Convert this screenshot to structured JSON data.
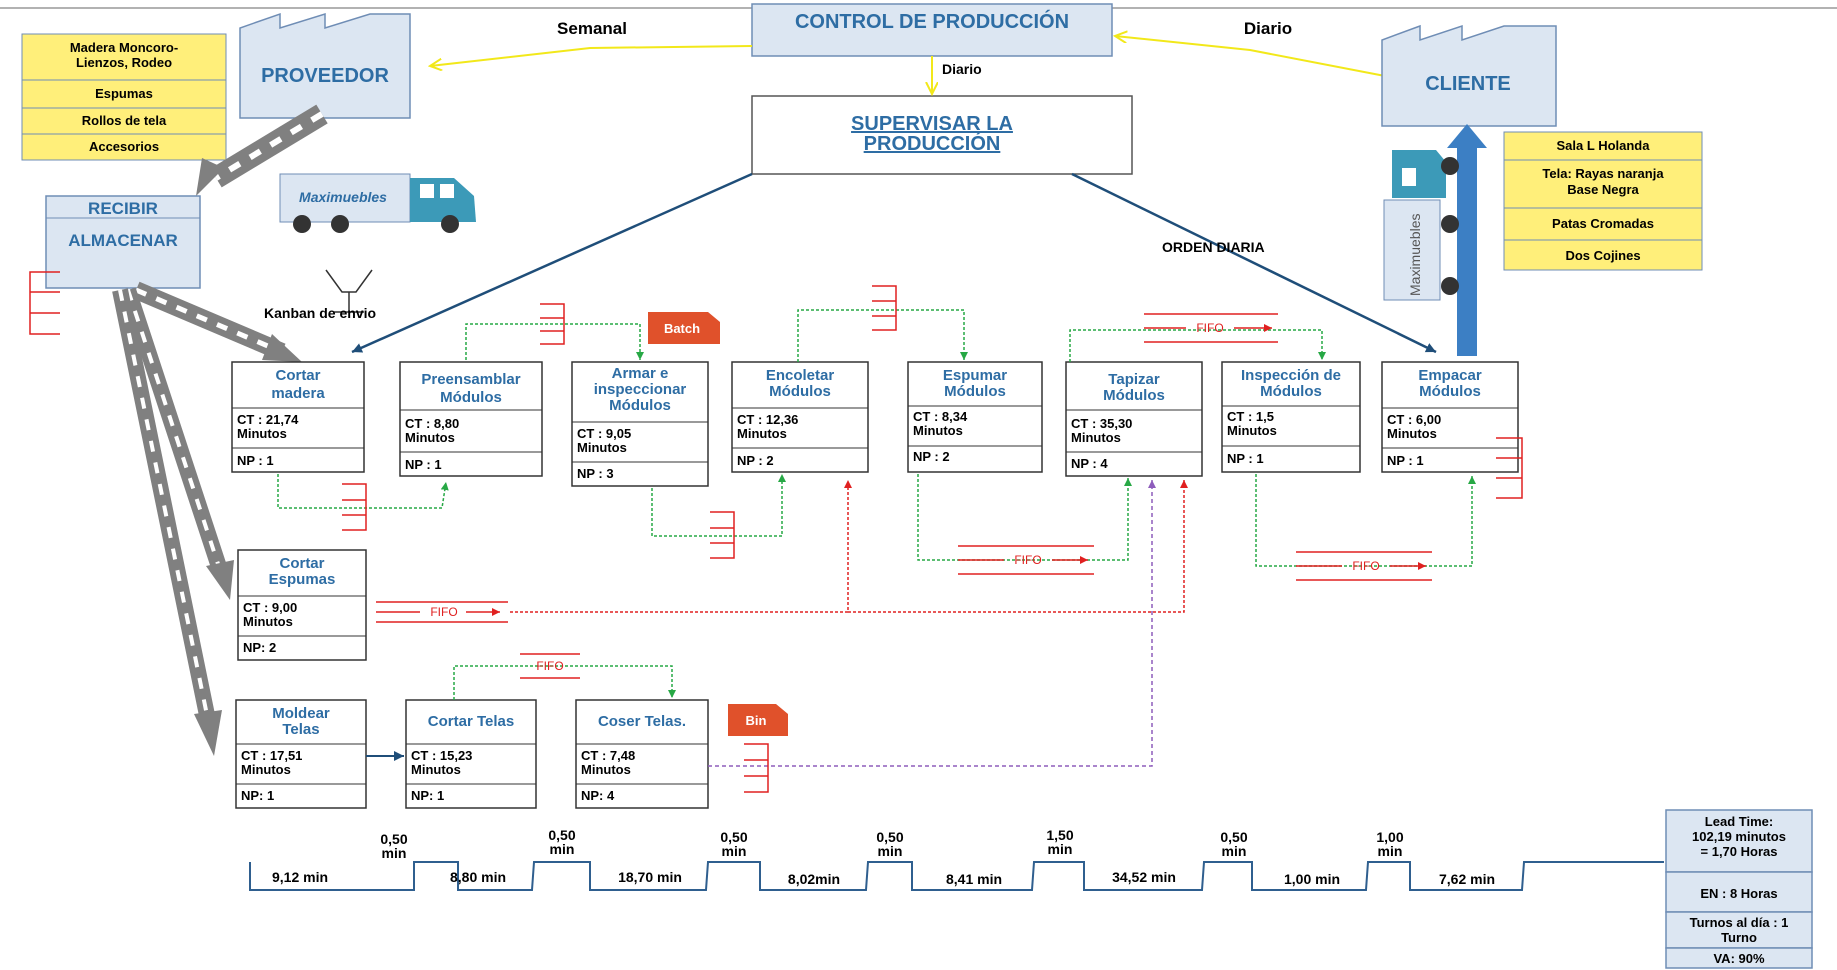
{
  "header": {
    "control": "CONTROL DE PRODUCCIÓN",
    "supervisar_1": "SUPERVISAR LA",
    "supervisar_2": "PRODUCCIÓN",
    "semanal": "Semanal",
    "diario_right": "Diario",
    "diario_center": "Diario",
    "orden_diaria": "ORDEN DIARIA"
  },
  "supplier": {
    "name": "PROVEEDOR",
    "materials": [
      "Madera Moncoro-",
      "Lienzos, Rodeo",
      "Espumas",
      "Rollos de tela",
      "Accesorios"
    ]
  },
  "customer": {
    "name": "CLIENTE",
    "specs": [
      "Sala L Holanda",
      "Tela: Rayas naranja",
      "Base Negra",
      "Patas Cromadas",
      "Dos Cojines"
    ]
  },
  "truck_label": "Maximuebles",
  "receive": {
    "line1": "RECIBIR",
    "line2": "ALMACENAR"
  },
  "kanban_label": "Kanban de envio",
  "tags": {
    "batch": "Batch",
    "bin": "Bin",
    "fifo": "FIFO"
  },
  "processes": {
    "cortar_madera": {
      "t1": "Cortar",
      "t2": "madera",
      "ct": "CT : 21,74",
      "min": "Minutos",
      "np": "NP : 1"
    },
    "preensamblar": {
      "t1": "Preensamblar",
      "t2": "Módulos",
      "ct": "CT : 8,80",
      "min": "Minutos",
      "np": "NP : 1"
    },
    "armar": {
      "t1": "Armar e",
      "t2": "inspeccionar",
      "t3": "Módulos",
      "ct": "CT : 9,05",
      "min": "Minutos",
      "np": "NP : 3"
    },
    "encoletar": {
      "t1": "Encoletar",
      "t2": "Módulos",
      "ct": "CT : 12,36",
      "min": "Minutos",
      "np": "NP : 2"
    },
    "espumar": {
      "t1": "Espumar",
      "t2": "Módulos",
      "ct": "CT : 8,34",
      "min": "Minutos",
      "np": "NP : 2"
    },
    "tapizar": {
      "t1": "Tapizar",
      "t2": "Módulos",
      "ct": "CT : 35,30",
      "min": "Minutos",
      "np": "NP : 4"
    },
    "inspeccion": {
      "t1": "Inspección de",
      "t2": "Módulos",
      "ct": "CT : 1,5",
      "min": "Minutos",
      "np": "NP : 1"
    },
    "empacar": {
      "t1": "Empacar",
      "t2": "Módulos",
      "ct": "CT : 6,00",
      "min": "Minutos",
      "np": "NP : 1"
    },
    "cortar_espumas": {
      "t1": "Cortar",
      "t2": "Espumas",
      "ct": "CT : 9,00",
      "min": "Minutos",
      "np": "NP: 2"
    },
    "moldear_telas": {
      "t1": "Moldear",
      "t2": "Telas",
      "ct": "CT : 17,51",
      "min": "Minutos",
      "np": "NP: 1"
    },
    "cortar_telas": {
      "t1": "Cortar Telas",
      "ct": "CT : 15,23",
      "min": "Minutos",
      "np": "NP: 1"
    },
    "coser_telas": {
      "t1": "Coser Telas.",
      "ct": "CT : 7,48",
      "min": "Minutos",
      "np": "NP: 4"
    }
  },
  "timeline": {
    "wait": [
      "9,12 min",
      "8,80 min",
      "18,70 min",
      "8,02min",
      "8,41 min",
      "34,52 min",
      "1,00 min",
      "7,62 min"
    ],
    "va": [
      {
        "n": "0,50",
        "u": "min"
      },
      {
        "n": "0,50",
        "u": "min"
      },
      {
        "n": "0,50",
        "u": "min"
      },
      {
        "n": "0,50",
        "u": "min"
      },
      {
        "n": "1,50",
        "u": "min"
      },
      {
        "n": "0,50",
        "u": "min"
      },
      {
        "n": "1,00",
        "u": "min"
      }
    ]
  },
  "summary": {
    "lead_1": "Lead Time:",
    "lead_2": "102,19 minutos",
    "lead_3": "= 1,70 Horas",
    "en": "EN : 8 Horas",
    "turnos_1": "Turnos al día : 1",
    "turnos_2": "Turno",
    "va": "VA: 90%"
  },
  "colors": {
    "box_fill": "#dce6f2",
    "box_stroke": "#6f8db5",
    "title_blue": "#2e6da4",
    "yellow_fill": "#ffef7a",
    "arrow_blue": "#1f4e79",
    "push_gray": "#808080",
    "green": "#27a845",
    "red": "#e02020",
    "purple": "#8e5dbc",
    "yellow_line": "#f2e81a",
    "orange": "#e0512b",
    "up_arrow": "#3c7fc4"
  }
}
